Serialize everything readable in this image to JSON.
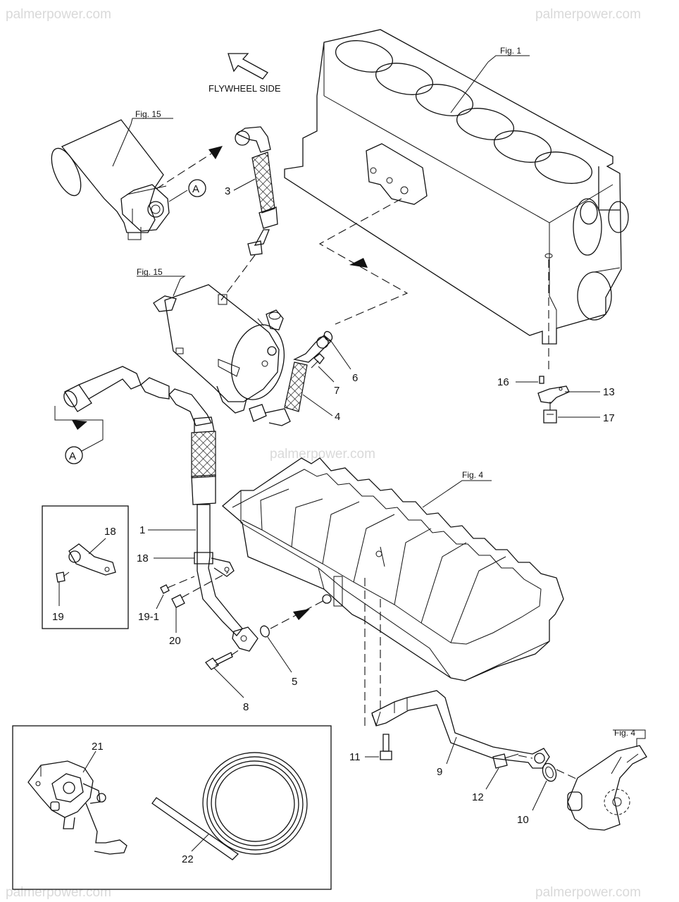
{
  "watermark": "palmerpower.com",
  "watermark_center": "palmerpower.com",
  "direction": {
    "label": "FLYWHEEL SIDE"
  },
  "figure_refs": {
    "block": "Fig. 1",
    "filter_top": "Fig. 15",
    "filter_mid": "Fig. 15",
    "oil_pan": "Fig. 4",
    "oil_pump": "Fig. 4"
  },
  "connector_label": "A",
  "callouts": {
    "c1": "1",
    "c3": "3",
    "c4": "4",
    "c5": "5",
    "c6": "6",
    "c7": "7",
    "c8": "8",
    "c9": "9",
    "c10": "10",
    "c11": "11",
    "c12": "12",
    "c13": "13",
    "c16": "16",
    "c17": "17",
    "c18": "18",
    "c18b": "18",
    "c19": "19",
    "c19_1": "19-1",
    "c20": "20",
    "c21": "21",
    "c22": "22"
  },
  "colors": {
    "line": "#111111",
    "watermark": "#d9d9d9"
  }
}
